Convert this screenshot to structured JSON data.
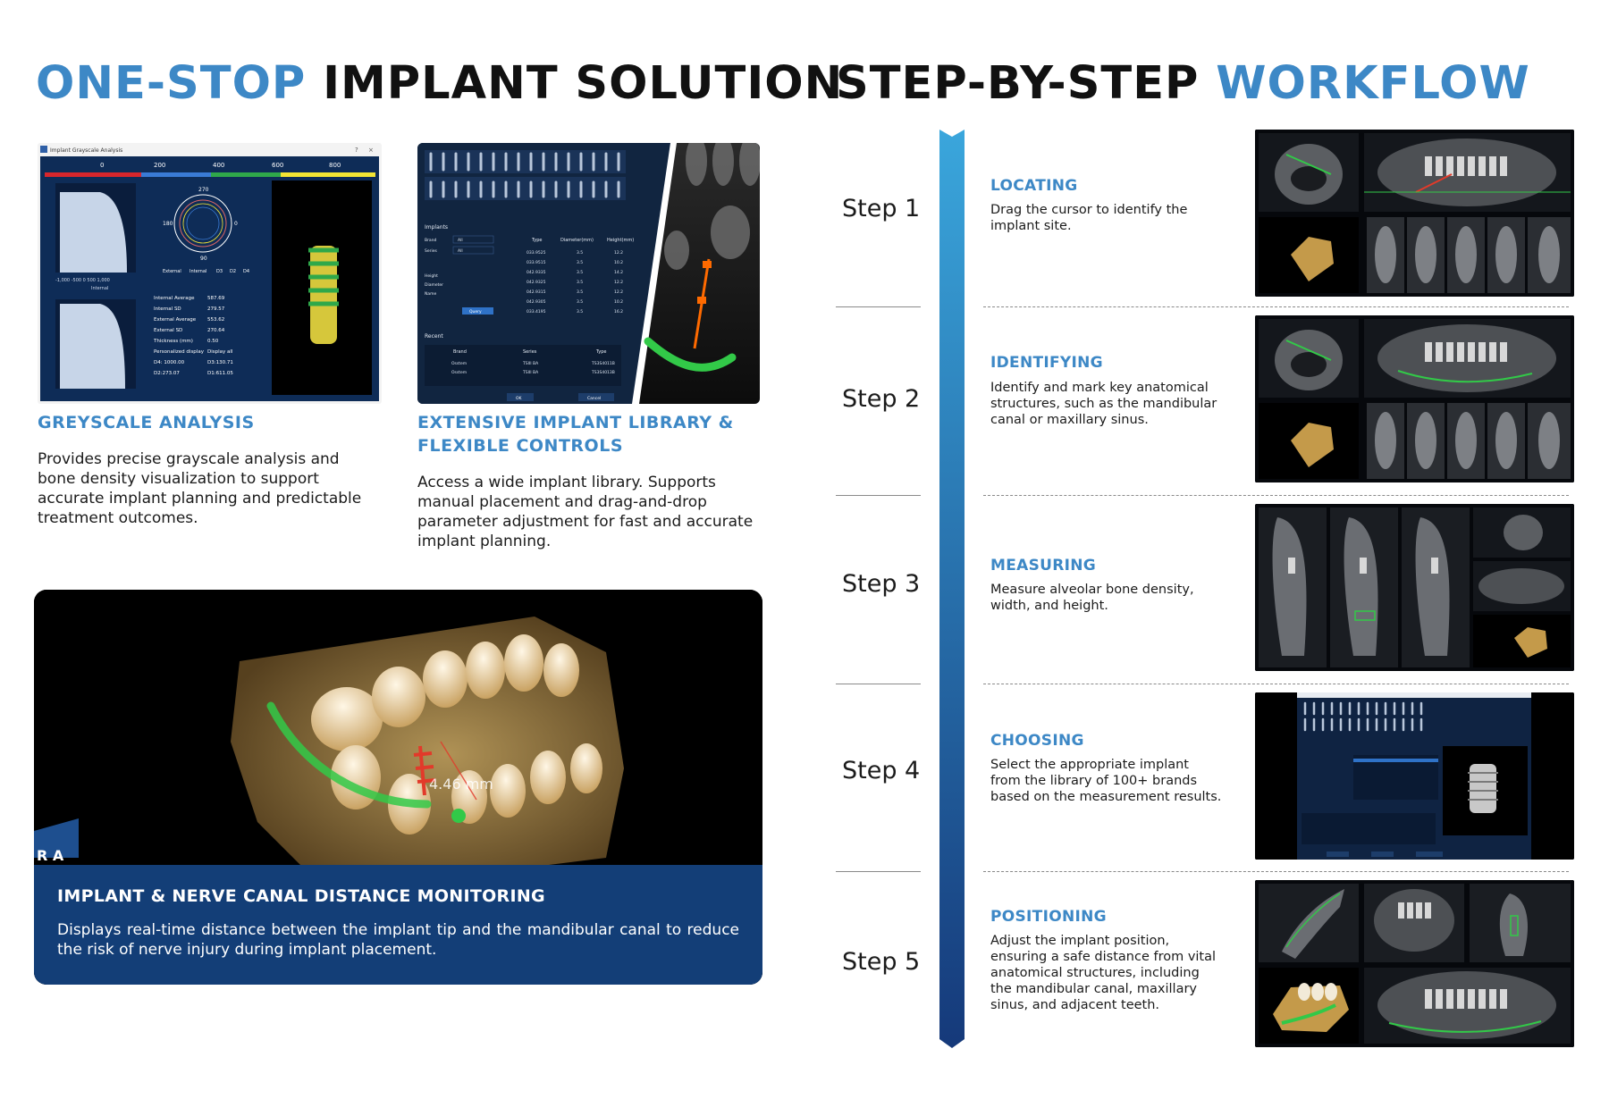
{
  "left_title": {
    "part1": "ONE-STOP",
    "part2": "IMPLANT SOLUTION"
  },
  "right_title": {
    "part1": "STEP-BY-STEP",
    "part2": "WORKFLOW"
  },
  "features": [
    {
      "heading": "GREYSCALE ANALYSIS",
      "text": "Provides precise grayscale analysis and bone density visualization to support accurate implant planning and predictable treatment outcomes.",
      "window_title": "Implant Grayscale Analysis",
      "ruler_ticks": [
        "0",
        "200",
        "400",
        "600",
        "800"
      ],
      "polar_labels": [
        "270",
        "180",
        "0",
        "90"
      ],
      "legend": [
        "External",
        "Internal",
        "D3",
        "D2",
        "D4"
      ],
      "stats": [
        [
          "Internal Average",
          "587.69"
        ],
        [
          "Internal SD",
          "279.57"
        ],
        [
          "External Average",
          "553.62"
        ],
        [
          "External SD",
          "270.64"
        ],
        [
          "Thickness (mm)",
          "0.50"
        ],
        [
          "Personalized display",
          "Display all"
        ],
        [
          "D4: 1000.00",
          "D3:130.71"
        ],
        [
          "D2:273.07",
          "D1:611.05"
        ]
      ]
    },
    {
      "heading": "EXTENSIVE IMPLANT LIBRARY & FLEXIBLE CONTROLS",
      "text": "Access a wide implant library. Supports manual placement and drag-and-drop parameter adjustment for fast and accurate implant planning.",
      "implants_label": "Implants",
      "form_labels": [
        "Brand",
        "Series",
        "Height",
        "Diameter",
        "Name"
      ],
      "form_value": "All",
      "query_button": "Query",
      "table_headers": [
        "Type",
        "Diameter(mm)",
        "Height(mm)"
      ],
      "table_rows": [
        [
          "033.9525",
          "3.5",
          "12.2"
        ],
        [
          "033.9515",
          "3.5",
          "10.2"
        ],
        [
          "042.9335",
          "3.5",
          "14.2"
        ],
        [
          "042.9325",
          "3.5",
          "12.2"
        ],
        [
          "042.9315",
          "3.5",
          "12.2"
        ],
        [
          "042.9305",
          "3.5",
          "10.2"
        ],
        [
          "033.4195",
          "3.5",
          "16.2"
        ]
      ],
      "recent_label": "Recent",
      "recent_headers": [
        "Brand",
        "Series",
        "Type"
      ],
      "recent_rows": [
        [
          "Osstem",
          "TSIII BA",
          "TS3S4011B"
        ],
        [
          "Osstem",
          "TSIII BA",
          "TS3S4013B"
        ]
      ],
      "ok_button": "OK",
      "cancel_button": "Cancel"
    }
  ],
  "big_panel": {
    "measurement": "4.46 mm",
    "logo_text": "R A",
    "heading": "IMPLANT & NERVE CANAL DISTANCE MONITORING",
    "text": "Displays real-time distance between the implant tip and the mandibular canal to reduce the risk of nerve injury during implant placement."
  },
  "steps": [
    {
      "label": "Step 1",
      "heading": "LOCATING",
      "text": "Drag the cursor to identify the implant site."
    },
    {
      "label": "Step 2",
      "heading": "IDENTIFYING",
      "text": "Identify and mark key anatomical structures, such as the mandibular canal or maxillary sinus."
    },
    {
      "label": "Step 3",
      "heading": "MEASURING",
      "text": "Measure alveolar bone density, width, and height."
    },
    {
      "label": "Step 4",
      "heading": "CHOOSING",
      "text": "Select the appropriate implant from the library of 100+ brands based on the measurement results."
    },
    {
      "label": "Step 5",
      "heading": "POSITIONING",
      "text": "Adjust the implant position, ensuring a safe distance from vital anatomical structures, including the mandibular canal, maxillary sinus, and adjacent teeth."
    }
  ],
  "colors": {
    "accent": "#3d88c6",
    "navy": "#133e77",
    "dark": "#111111"
  }
}
